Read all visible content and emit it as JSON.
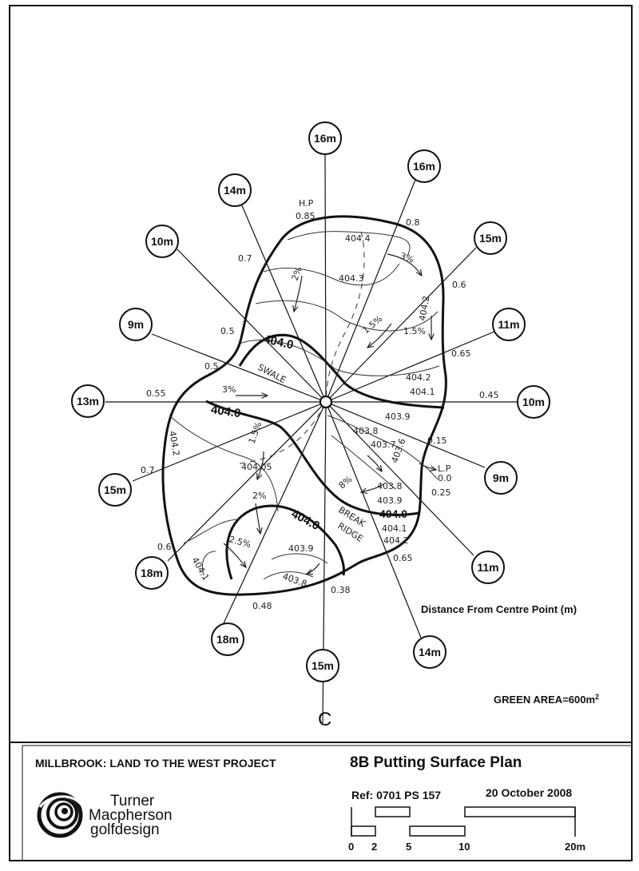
{
  "project": "MILLBROOK: LAND TO THE WEST PROJECT",
  "plan_title": "8B Putting Surface Plan",
  "reference": "Ref: 0701 PS 157",
  "date": "20 October 2008",
  "company": {
    "line1": "Turner",
    "line2": "Macpherson",
    "line3": "golfdesign"
  },
  "distance_note": "Distance From Centre Point (m)",
  "green_area": {
    "label": "GREEN AREA=600m",
    "superscript": "2"
  },
  "centreline_symbol": "C",
  "scale_bar": {
    "labels": [
      "0",
      "2",
      "5",
      "10",
      "20m"
    ],
    "unit": "m"
  },
  "distance_markers": [
    {
      "id": "n",
      "label": "16m"
    },
    {
      "id": "nne",
      "label": "16m"
    },
    {
      "id": "nnw",
      "label": "14m"
    },
    {
      "id": "ne",
      "label": "15m"
    },
    {
      "id": "nw",
      "label": "10m"
    },
    {
      "id": "ene",
      "label": "11m"
    },
    {
      "id": "wnw",
      "label": "9m"
    },
    {
      "id": "e",
      "label": "10m"
    },
    {
      "id": "w",
      "label": "13m"
    },
    {
      "id": "ese",
      "label": "9m"
    },
    {
      "id": "wsw",
      "label": "15m"
    },
    {
      "id": "se",
      "label": "11m"
    },
    {
      "id": "sw",
      "label": "18m"
    },
    {
      "id": "sse",
      "label": "14m"
    },
    {
      "id": "ssw",
      "label": "18m"
    },
    {
      "id": "s",
      "label": "15m"
    }
  ],
  "contour_labels": [
    "404.0",
    "404.0",
    "404.0",
    "404.0"
  ],
  "spot_annotations": [
    {
      "id": "hp",
      "text": "H.P"
    },
    {
      "id": "hp_val",
      "text": "0.85"
    },
    {
      "id": "a1",
      "text": "0.8"
    },
    {
      "id": "a2",
      "text": "404.4"
    },
    {
      "id": "a3",
      "text": "3%"
    },
    {
      "id": "a4",
      "text": "0.7"
    },
    {
      "id": "a5",
      "text": "2%"
    },
    {
      "id": "a6",
      "text": "404.3"
    },
    {
      "id": "a7",
      "text": "0.6"
    },
    {
      "id": "a8",
      "text": "404.2"
    },
    {
      "id": "a9",
      "text": "1.5%"
    },
    {
      "id": "a10",
      "text": "1.5%"
    },
    {
      "id": "a11",
      "text": "0.5"
    },
    {
      "id": "a12",
      "text": "0.65"
    },
    {
      "id": "a13",
      "text": "0.5"
    },
    {
      "id": "a14",
      "text": "SWALE"
    },
    {
      "id": "a15",
      "text": "404.2"
    },
    {
      "id": "a16",
      "text": "404.1"
    },
    {
      "id": "a17",
      "text": "0.55"
    },
    {
      "id": "a18",
      "text": "3%"
    },
    {
      "id": "a19",
      "text": "0.45"
    },
    {
      "id": "a20",
      "text": "403.9"
    },
    {
      "id": "a21",
      "text": "403.8"
    },
    {
      "id": "a22",
      "text": "1.5%"
    },
    {
      "id": "a23",
      "text": "0.15"
    },
    {
      "id": "a24",
      "text": "403.7"
    },
    {
      "id": "a25",
      "text": "404.2"
    },
    {
      "id": "a26",
      "text": "403.6"
    },
    {
      "id": "a27",
      "text": "L.P"
    },
    {
      "id": "a28",
      "text": "0.0"
    },
    {
      "id": "a29",
      "text": "0.7"
    },
    {
      "id": "a30",
      "text": "404.05"
    },
    {
      "id": "a31",
      "text": "8%"
    },
    {
      "id": "a32",
      "text": "403.8"
    },
    {
      "id": "a33",
      "text": "0.25"
    },
    {
      "id": "a34",
      "text": "403.9"
    },
    {
      "id": "a35",
      "text": "2%"
    },
    {
      "id": "a36",
      "text": "BREAK"
    },
    {
      "id": "a37",
      "text": "RIDGE"
    },
    {
      "id": "a38",
      "text": "404.1"
    },
    {
      "id": "a39",
      "text": "404.2"
    },
    {
      "id": "a40",
      "text": "0.6"
    },
    {
      "id": "a41",
      "text": "2.5%"
    },
    {
      "id": "a42",
      "text": "403.9"
    },
    {
      "id": "a43",
      "text": "404.1"
    },
    {
      "id": "a44",
      "text": "0.65"
    },
    {
      "id": "a45",
      "text": "403.8"
    },
    {
      "id": "a46",
      "text": "0.38"
    },
    {
      "id": "a47",
      "text": "0.48"
    }
  ]
}
